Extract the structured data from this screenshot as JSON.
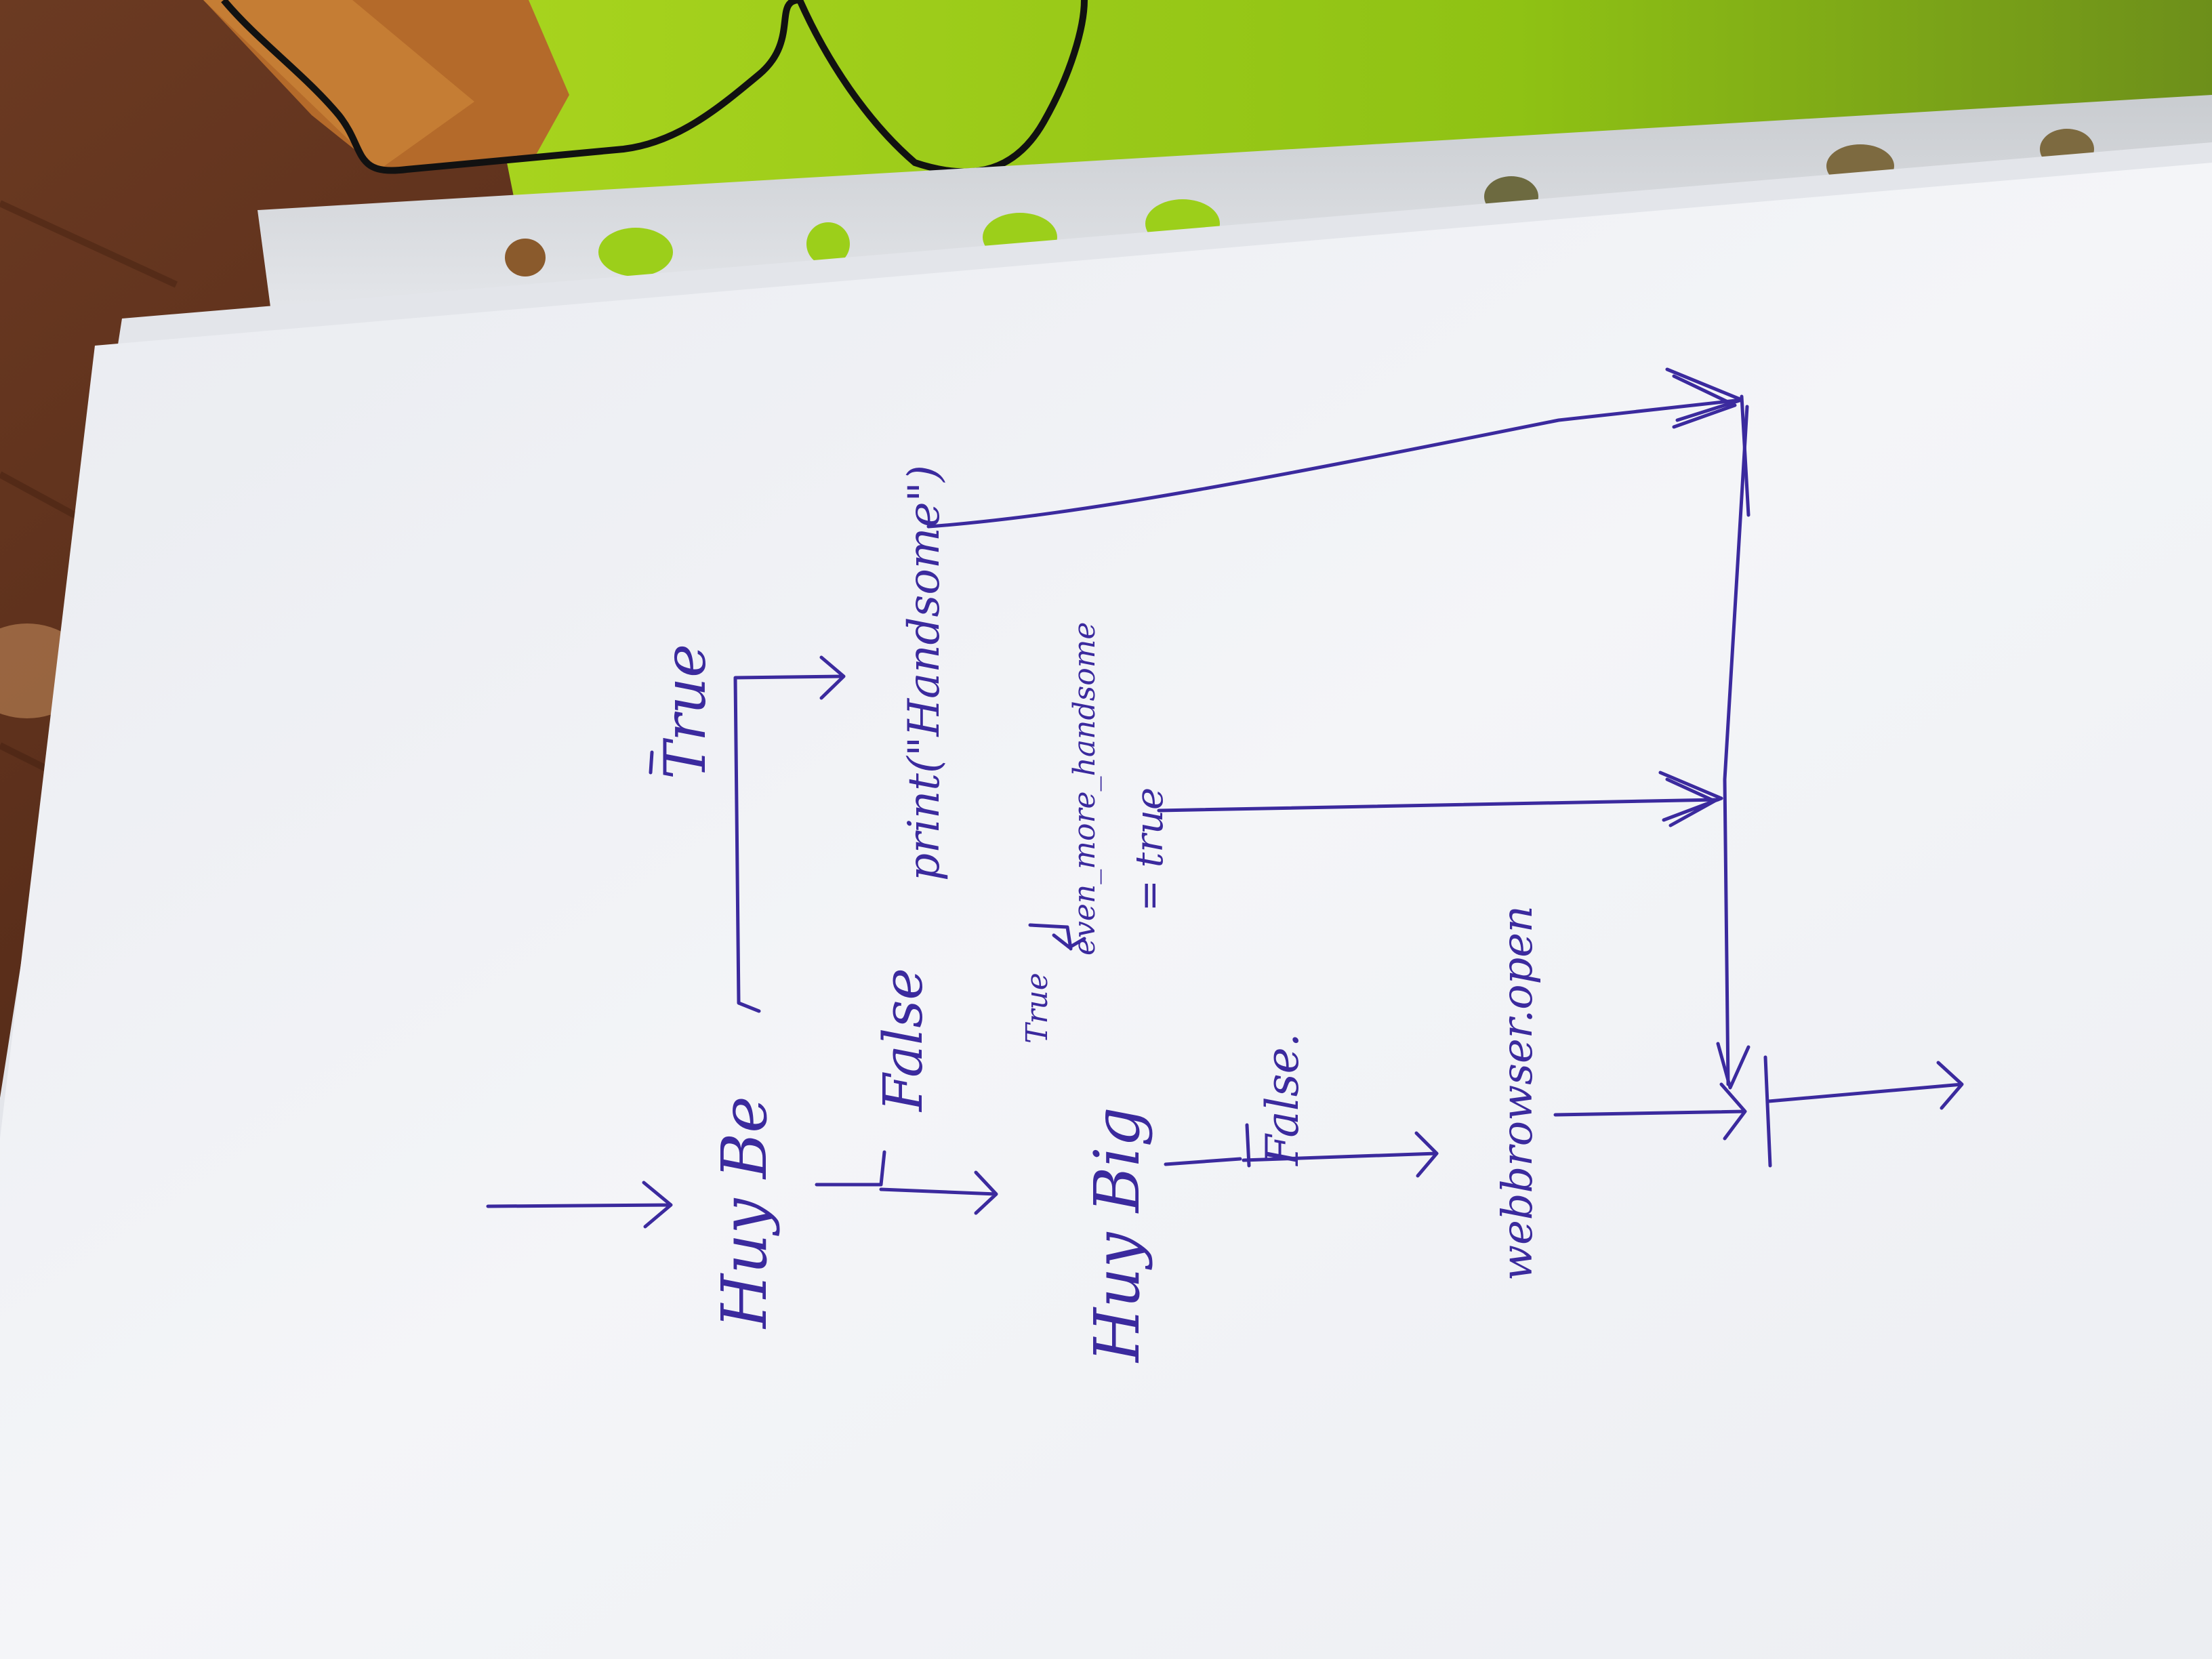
{
  "photo": {
    "subject": "handwritten flowchart on paper",
    "colors": {
      "ink": "#3b2a9e",
      "paper": "#f2f3f6",
      "sleeve": "#dcdfe3",
      "table": "#5a2e1a",
      "cloth": "#9ccf1a"
    }
  },
  "flowchart": {
    "node_huy_be": "Huy Be",
    "label_true_1": "True",
    "label_false_1": "False",
    "node_print": "print(\"Handsome\")",
    "node_huy_big": "Huy Big",
    "label_true_2": "True",
    "node_even_line1": "even_more_handsome",
    "node_even_line2": "= true",
    "label_false_2": "False.",
    "node_webbrowser": "webbrowser.open"
  }
}
